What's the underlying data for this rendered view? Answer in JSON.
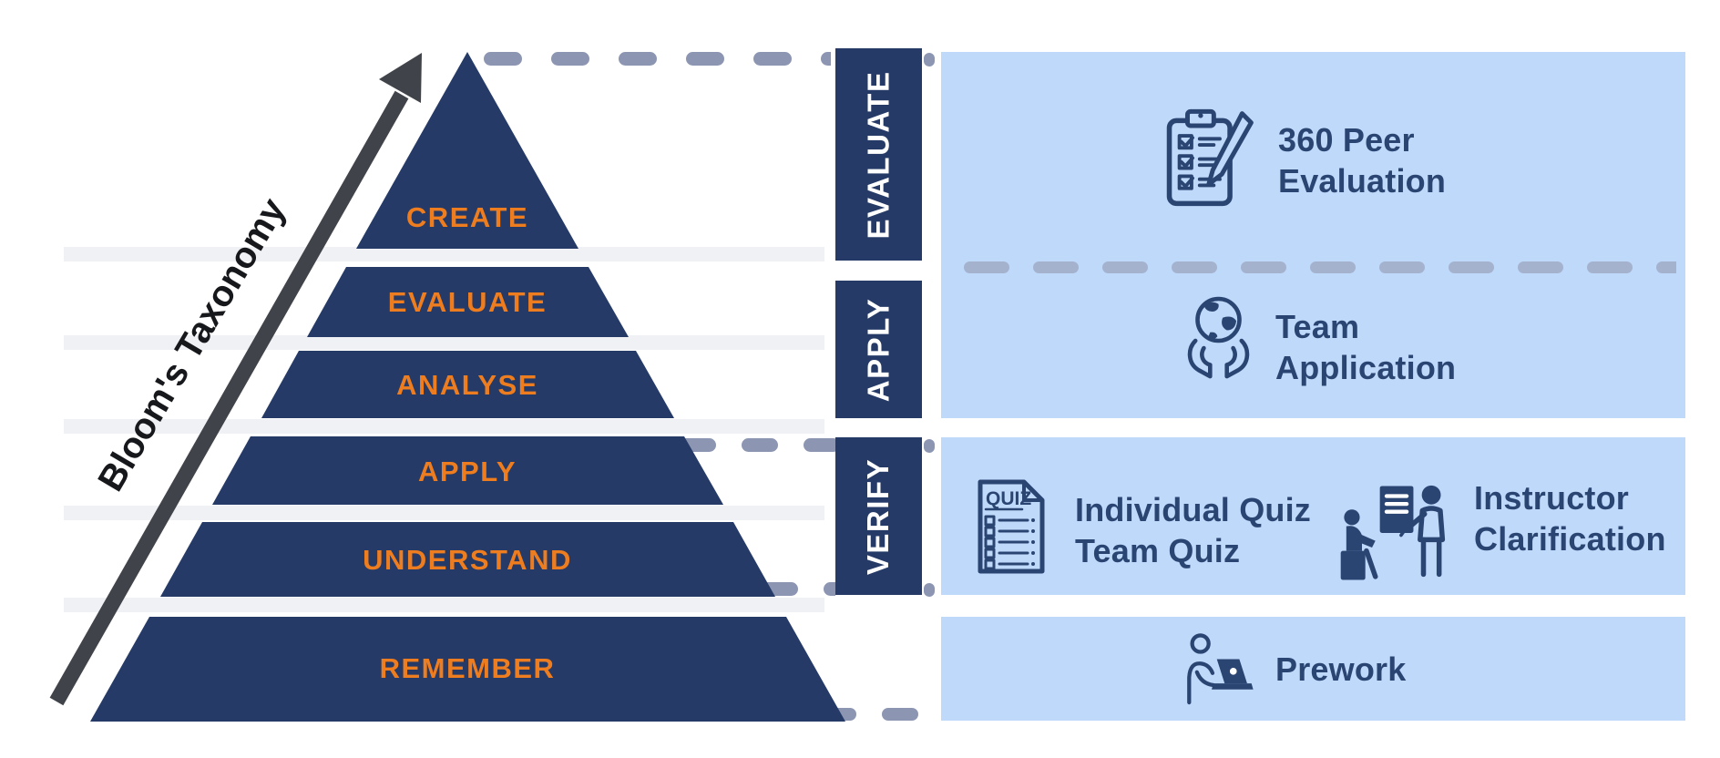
{
  "title": {
    "label": "Bloom's Taxonomy"
  },
  "pyramid": {
    "levels": [
      {
        "label": "CREATE"
      },
      {
        "label": "EVALUATE"
      },
      {
        "label": "ANALYSE"
      },
      {
        "label": "APPLY"
      },
      {
        "label": "UNDERSTAND"
      },
      {
        "label": "REMEMBER"
      }
    ]
  },
  "stages": [
    {
      "label": "EVALUATE"
    },
    {
      "label": "APPLY"
    },
    {
      "label": "VERIFY"
    }
  ],
  "activities": {
    "evaluate": {
      "icon": "clipboard-checklist-icon",
      "line1": "360 Peer",
      "line2": "Evaluation"
    },
    "apply": {
      "icon": "globe-in-hands-icon",
      "line1": "Team",
      "line2": "Application"
    },
    "verify_left": {
      "icon": "quiz-sheet-icon",
      "line1": "Individual Quiz",
      "line2": "Team Quiz"
    },
    "verify_right": {
      "icon": "instructor-presentation-icon",
      "line1": "Instructor",
      "line2": "Clarification"
    },
    "remember": {
      "icon": "person-laptop-icon",
      "label": "Prework"
    }
  },
  "quiz_icon_text": "QUIZ",
  "colors": {
    "navy": "#253A66",
    "orange": "#EE7D1F",
    "panel-blue": "#BFD9FA",
    "panel-text": "#2B4573",
    "dash": "#8C96B2",
    "dash-on-blue": "#A4B2CE",
    "arrow": "#404349",
    "band": "#EFF1F5",
    "label-text": "#FFFFFF",
    "title-text": "#17181B"
  }
}
